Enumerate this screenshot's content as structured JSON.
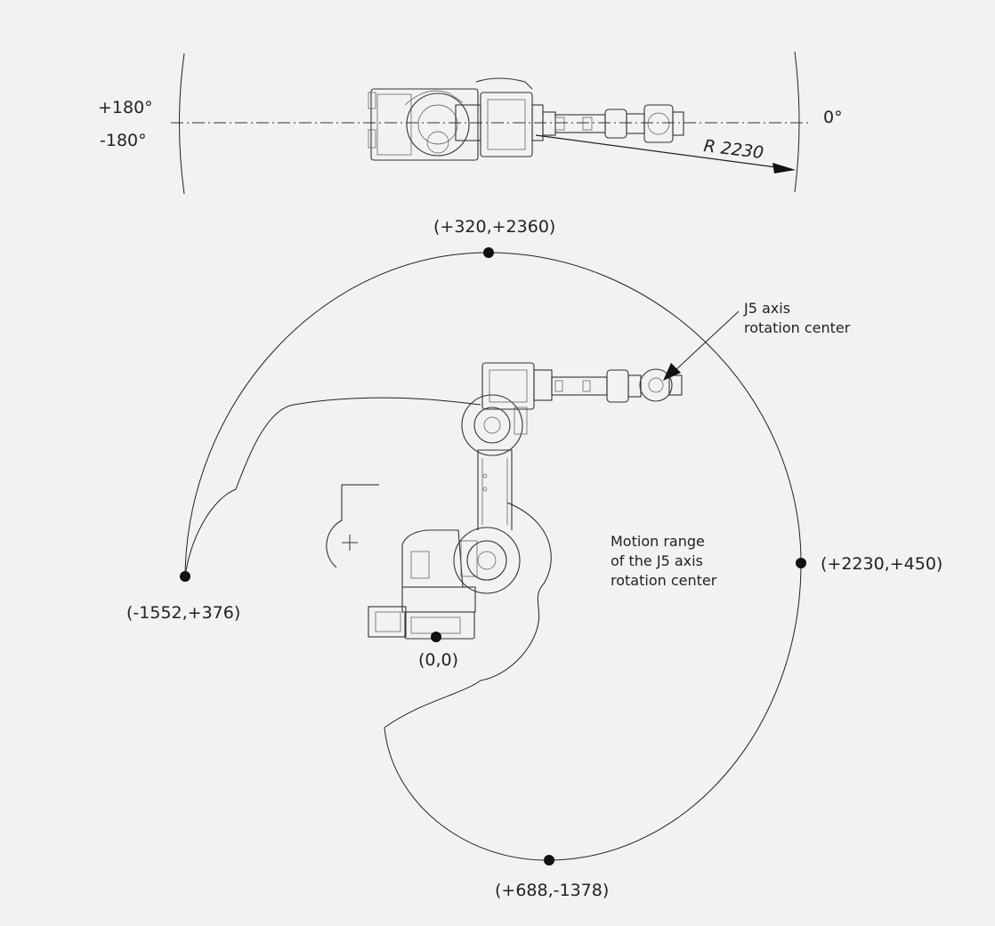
{
  "top_view": {
    "angle_pos": "+180°",
    "angle_neg": "-180°",
    "angle_zero": "0°",
    "radius_label": "R 2230"
  },
  "side_view": {
    "points": {
      "top": "(+320,+2360)",
      "left": "(-1552,+376)",
      "right": "(+2230,+450)",
      "bottom": "(+688,-1378)",
      "origin": "(0,0)"
    },
    "j5_note": [
      "J5 axis",
      "rotation center"
    ],
    "range_note": [
      "Motion range",
      "of the J5 axis",
      "rotation center"
    ]
  }
}
